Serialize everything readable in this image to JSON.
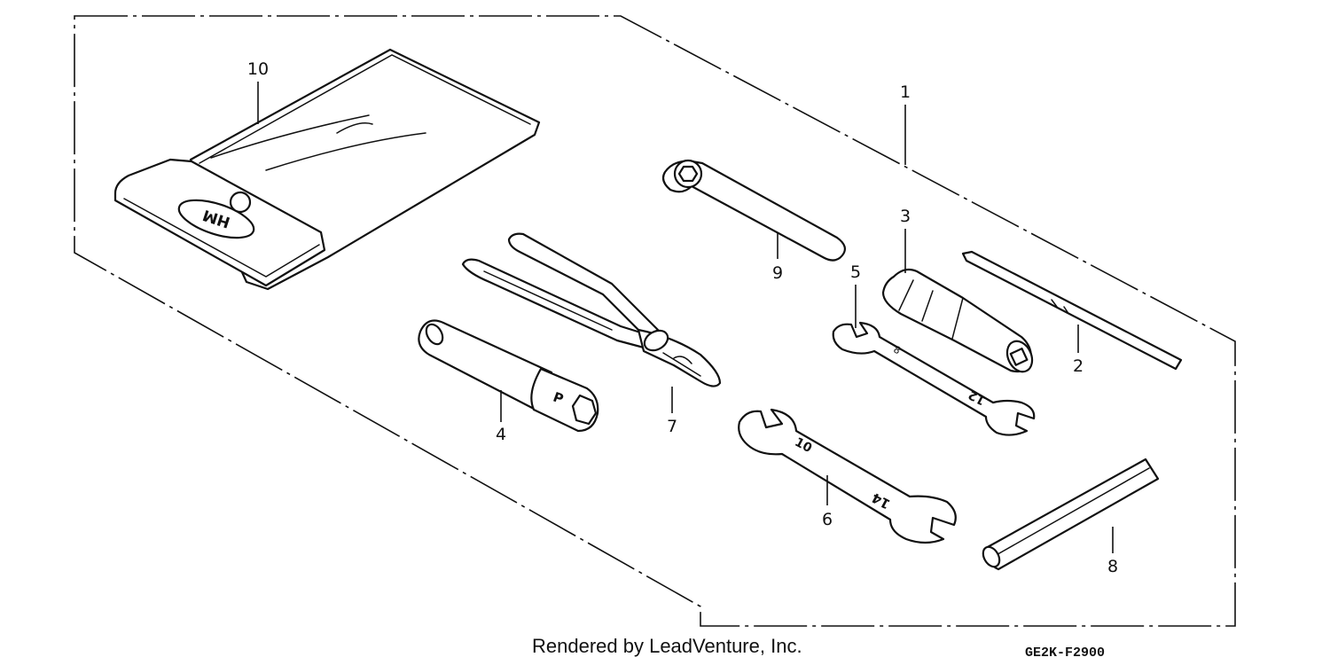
{
  "diagram": {
    "parts": [
      {
        "key": "tool_set",
        "callout": "1"
      },
      {
        "key": "screwdriver_blade",
        "callout": "2"
      },
      {
        "key": "screwdriver_grip",
        "callout": "3"
      },
      {
        "key": "plug_wrench",
        "callout": "4"
      },
      {
        "key": "wrench_small",
        "callout": "5"
      },
      {
        "key": "wrench_large",
        "callout": "6"
      },
      {
        "key": "pliers",
        "callout": "7"
      },
      {
        "key": "handle_bar",
        "callout": "8"
      },
      {
        "key": "ring_wrench",
        "callout": "9"
      },
      {
        "key": "tool_bag",
        "callout": "10"
      }
    ],
    "tool_markings": {
      "bag_logo": "HM",
      "plug_socket": "P",
      "wrench_small_a": "8",
      "wrench_small_b": "12",
      "wrench_large_a": "10",
      "wrench_large_b": "14"
    }
  },
  "footer": {
    "credit": "Rendered by LeadVenture, Inc.",
    "figure_code": "GE2K-F2900"
  }
}
